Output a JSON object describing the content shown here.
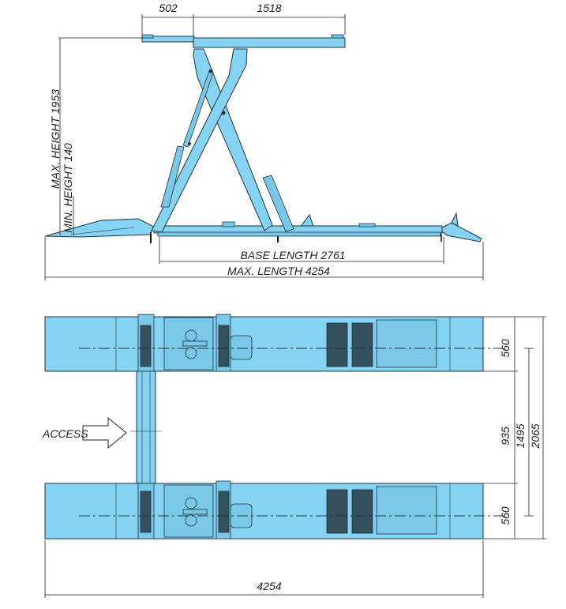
{
  "side_view": {
    "dim_front_overhang": "502",
    "dim_platform_rear": "1518",
    "max_height": "MAX. HEIGHT 1953",
    "min_height": "MIN. HEIGHT 140",
    "base_length": "BASE LENGTH 2761",
    "max_length": "MAX. LENGTH 4254"
  },
  "top_view": {
    "access_label": "ACCESS",
    "dim_platform_width_top": "560",
    "dim_gap": "935",
    "dim_centerline_spacing": "1495",
    "dim_overall_width": "2065",
    "dim_platform_width_bottom": "560",
    "dim_overall_length": "4254"
  },
  "colors": {
    "lift": "#85d3f2",
    "outline": "#1e3440"
  }
}
